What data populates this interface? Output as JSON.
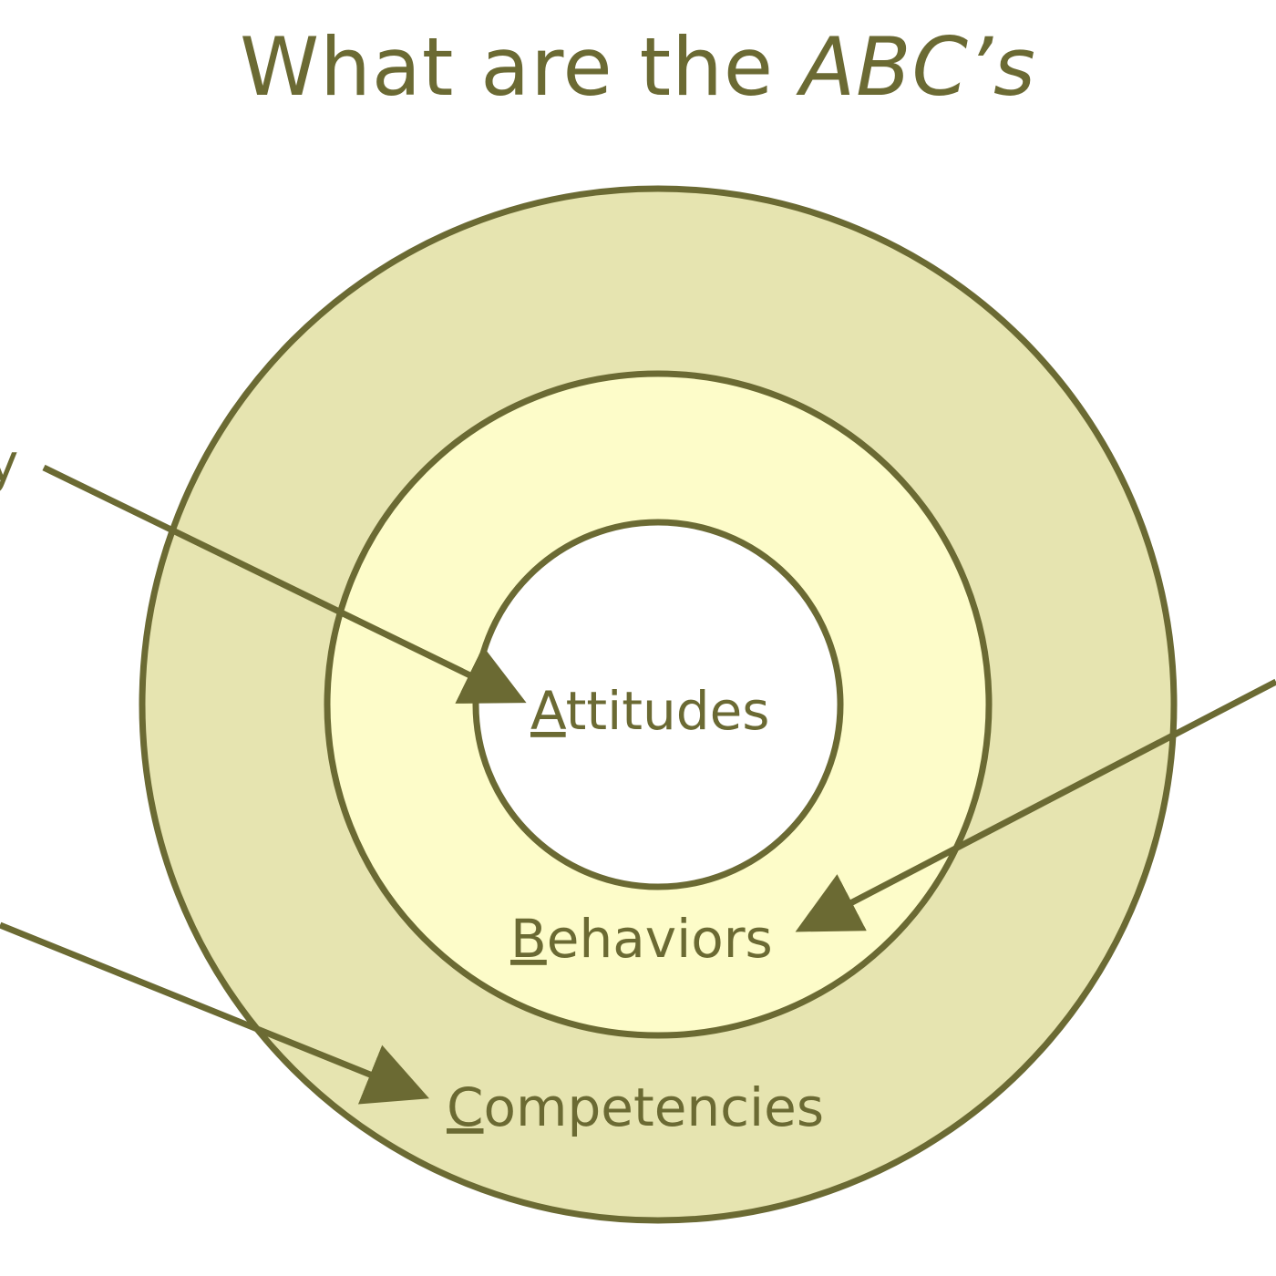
{
  "title": {
    "prefix": "What are the ",
    "emphasis": "ABC’s"
  },
  "rings": {
    "outer": {
      "fill": "#e6e4b0",
      "label_initial": "C",
      "label_rest": "ompetencies"
    },
    "middle": {
      "fill": "#fdfcc9",
      "label_initial": "B",
      "label_rest": "ehaviors"
    },
    "inner": {
      "fill": "#ffffff",
      "label_initial": "A",
      "label_rest": "ttitudes"
    }
  },
  "left_fragment": "y",
  "colors": {
    "stroke": "#6b6a33",
    "text": "#6b6a33"
  }
}
